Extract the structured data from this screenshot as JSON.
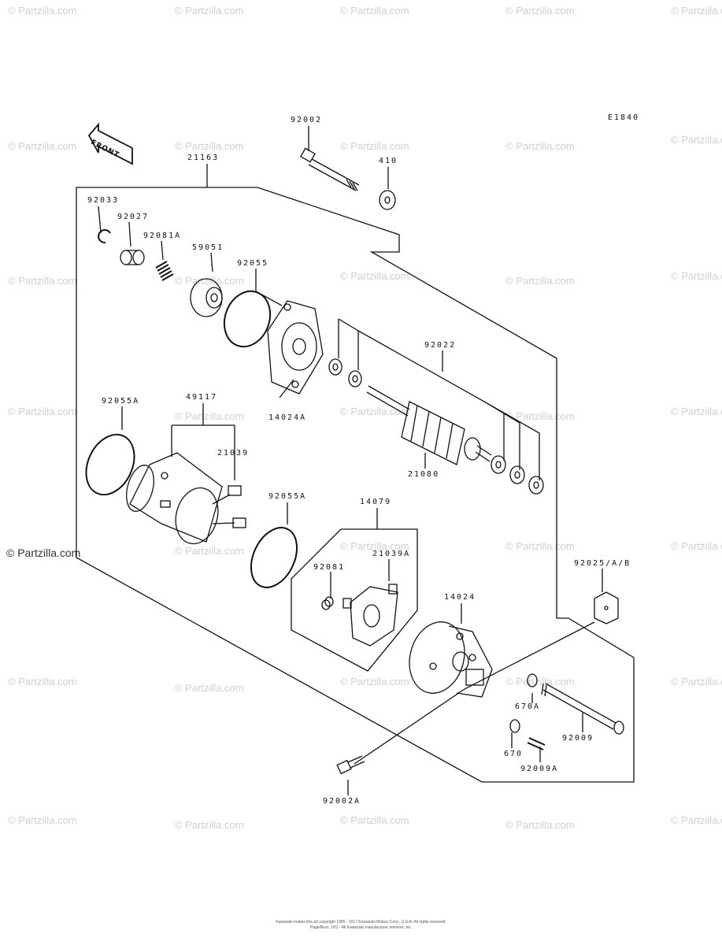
{
  "watermark": "© Partzilla.com",
  "diagram_code": "E1840",
  "front_arrow_label": "FRONT",
  "parts": {
    "p92002": "92002",
    "p410": "410",
    "p21163": "21163",
    "p92033": "92033",
    "p92027": "92027",
    "p92081A": "92081A",
    "p59051": "59051",
    "p92055": "92055",
    "p92022": "92022",
    "p14024A": "14024A",
    "p92055A_left": "92055A",
    "p49117": "49117",
    "p21039": "21039",
    "p21080": "21080",
    "p92055A_mid": "92055A",
    "p14079": "14079",
    "p21039A": "21039A",
    "p92081": "92081",
    "p92025": "92025/A/B",
    "p14024": "14024",
    "p670A": "670A",
    "p92009": "92009",
    "p670": "670",
    "p92009A": "92009A",
    "p92002A": "92002A"
  },
  "footer": {
    "line1": "Kawasaki makes this art copyright 1985 - 2017 Kawasaki Motors Corp., U.S.A. All rights reserved.",
    "line2": "Page/Illust. 1/01 - All Kawasaki manufacturer services, inc."
  }
}
